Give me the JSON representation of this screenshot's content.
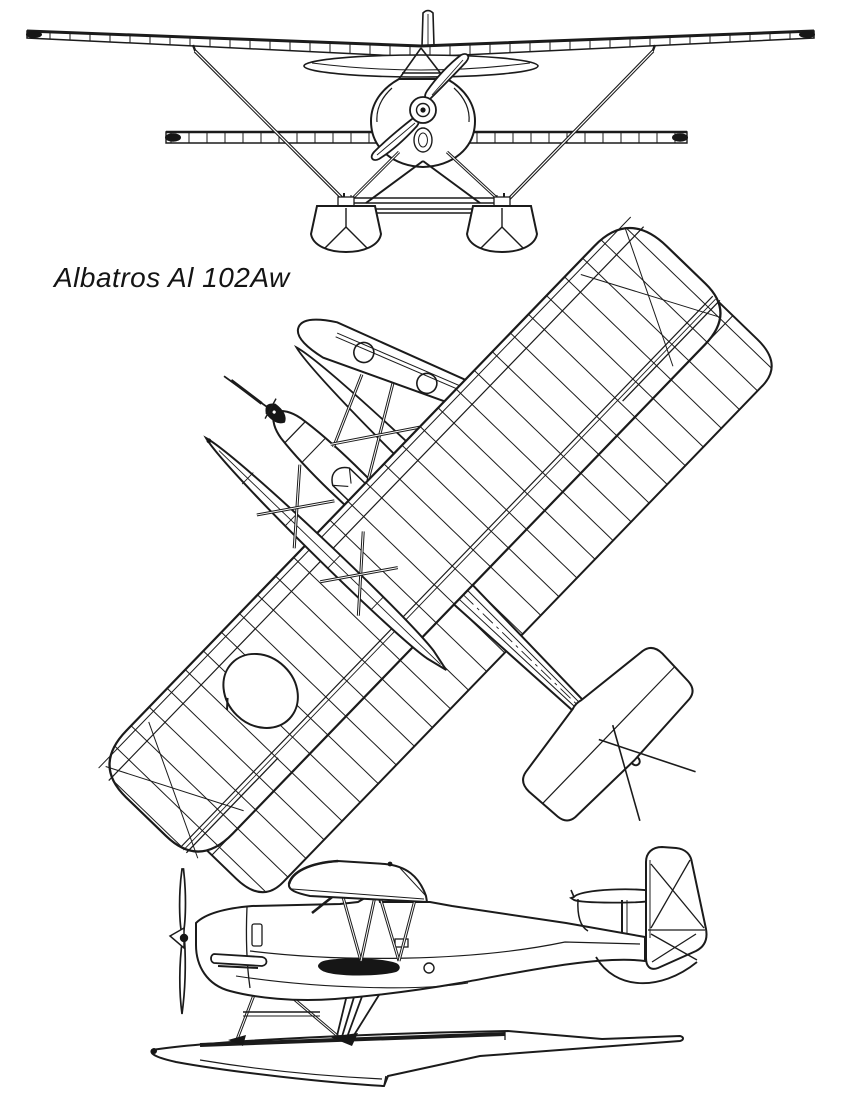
{
  "caption": {
    "text": "Albatros Al 102Aw"
  },
  "diagram": {
    "aircraft_name": "Albatros Al 102Aw",
    "type": "three-view line drawing",
    "views": [
      "front view",
      "plan (top) view",
      "side view"
    ],
    "features": [
      "biplane",
      "twin floats",
      "single propeller",
      "braced tail"
    ]
  },
  "colors": {
    "ink": "#1b1b1b",
    "paper": "#ffffff"
  }
}
